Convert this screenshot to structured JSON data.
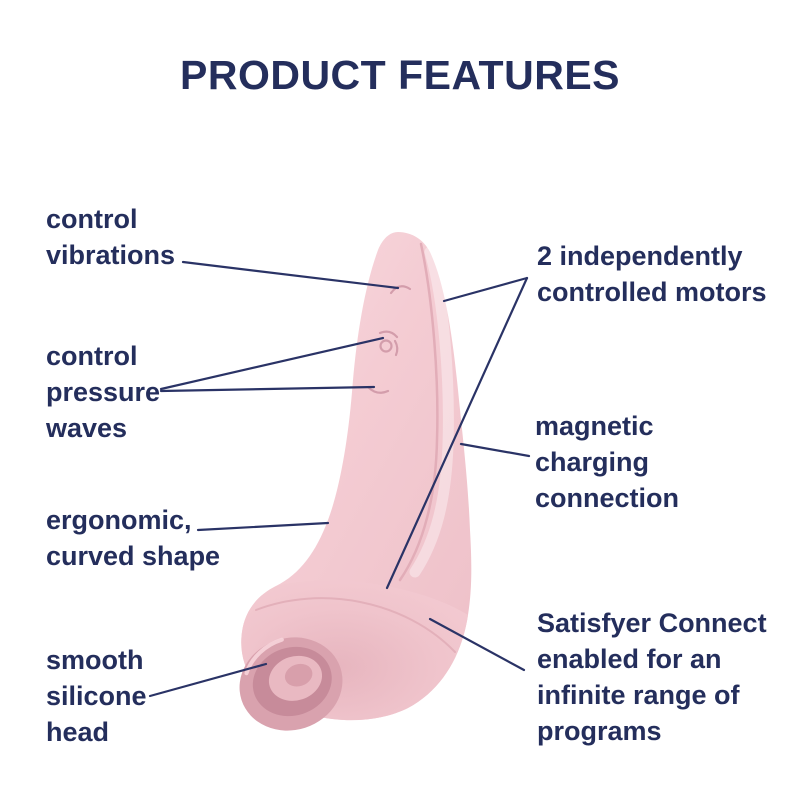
{
  "title": "PRODUCT FEATURES",
  "labels": {
    "control_vibrations": {
      "text": "control\nvibrations"
    },
    "control_pressure_waves": {
      "text": "control\npressure\nwaves"
    },
    "ergonomic": {
      "text": "ergonomic,\ncurved shape"
    },
    "smooth_head": {
      "text": "smooth\nsilicone\nhead"
    },
    "motors": {
      "text": "2 independently\ncontrolled motors"
    },
    "magnetic": {
      "text": "magnetic\ncharging\nconnection"
    },
    "connect": {
      "text": "Satisfyer Connect\nenabled for an\ninfinite range of\nprograms"
    }
  },
  "device_markers": {
    "top_button": "small-arc-engraving",
    "middle_button": "pressure-wave-engraving",
    "bottom_button": "small-arc-engraving"
  },
  "colors": {
    "background": "#ffffff",
    "text_navy": "#242e5c",
    "line_navy": "#2a3366",
    "body_pink": "#f3cad1",
    "body_pink_light": "#f8dade",
    "body_pink_shadow": "#e2adb8",
    "opening_rim": "#d9a2ae",
    "opening_shadow": "#c78b9a",
    "opening_inner": "#e9b9c2"
  }
}
